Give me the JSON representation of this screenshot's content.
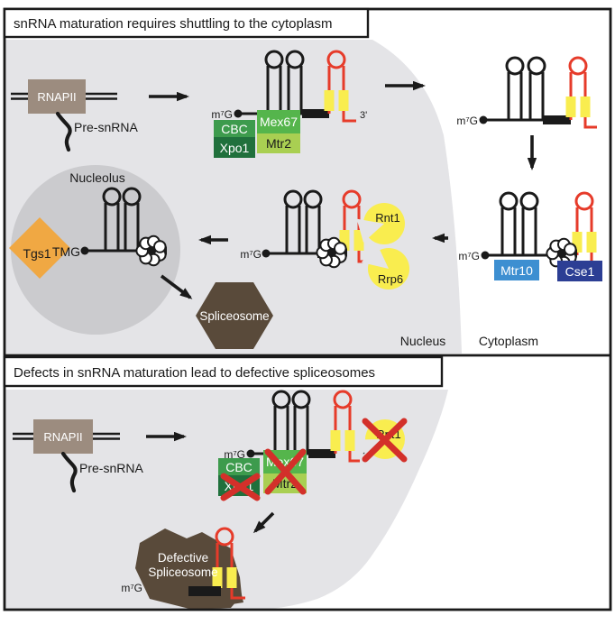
{
  "figure": {
    "top_panel_title": "snRNA maturation requires shuttling to the cytoplasm",
    "bottom_panel_title": "Defects in snRNA maturation lead to defective spliceosomes"
  },
  "labels": {
    "rnapii": "RNAPII",
    "pre_snrna": "Pre-snRNA",
    "m7g": "m⁷G",
    "three_prime": "3'",
    "cbc": "CBC",
    "xpo1": "Xpo1",
    "mex67": "Mex67",
    "mtr2": "Mtr2",
    "mtr10": "Mtr10",
    "cse1": "Cse1",
    "rnt1": "Rnt1",
    "rrp6": "Rrp6",
    "nucleolus": "Nucleolus",
    "tgs1": "Tgs1",
    "tmg": "TMG",
    "spliceosome": "Spliceosome",
    "nucleus": "Nucleus",
    "cytoplasm": "Cytoplasm",
    "defective_line1": "Defective",
    "defective_line2": "Spliceosome"
  },
  "colors": {
    "nucleus_gray": "#e4e4e7",
    "nucleolus_gray": "#cbcbce",
    "rnapii_tan": "#9c8c7f",
    "cbc_green": "#3d9b4d",
    "xpo1_green": "#20703c",
    "mex67_green": "#55b54c",
    "mtr2_green": "#a9cf52",
    "mtr10_blue": "#3d8fd1",
    "cse1_navy": "#2c3e94",
    "tgs1_orange": "#f0a843",
    "spliceosome_brown": "#594a3a",
    "sm_yellow": "#f9ed4f",
    "rna_red": "#e63b2a",
    "cross_red": "#d3302a"
  }
}
